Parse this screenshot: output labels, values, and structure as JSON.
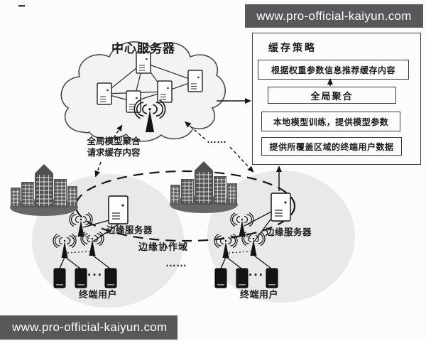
{
  "watermark": {
    "text": "www.pro-official-kaiyun.com"
  },
  "cloud": {
    "title": "中心服务器"
  },
  "panel": {
    "title": "缓存策略",
    "boxes": [
      "根据权重参数信息推荐缓存内容",
      "全局聚合",
      "本地模型训练，提供模型参数",
      "提供所覆盖区域的终端用户数据"
    ]
  },
  "annotations": {
    "aggregation_note": [
      "全局模型聚合",
      "请求缓存内容"
    ],
    "link_ellipsis": "……",
    "domain_ellipsis": "……",
    "device_ellipsis": "···"
  },
  "regions": {
    "edge_server_label": "边缘服务器",
    "terminal_users_label": "终端用户",
    "edge_domain_label": "边缘协作域"
  },
  "icons": {
    "cloud": "network-cloud",
    "server": "server-unit",
    "edge_server": "edge-server-unit",
    "base_station": "antenna-base-station",
    "phone": "smartphone",
    "city": "city-buildings"
  },
  "colors": {
    "watermark_bg": "#58585a",
    "watermark_text": "#ffffff",
    "ink": "#1c1c1c",
    "region_fill": "#e9e9e9",
    "cloud_fill": "#f3f3f3",
    "building_fill": "#555555",
    "panel_border": "#3b3b3b"
  }
}
